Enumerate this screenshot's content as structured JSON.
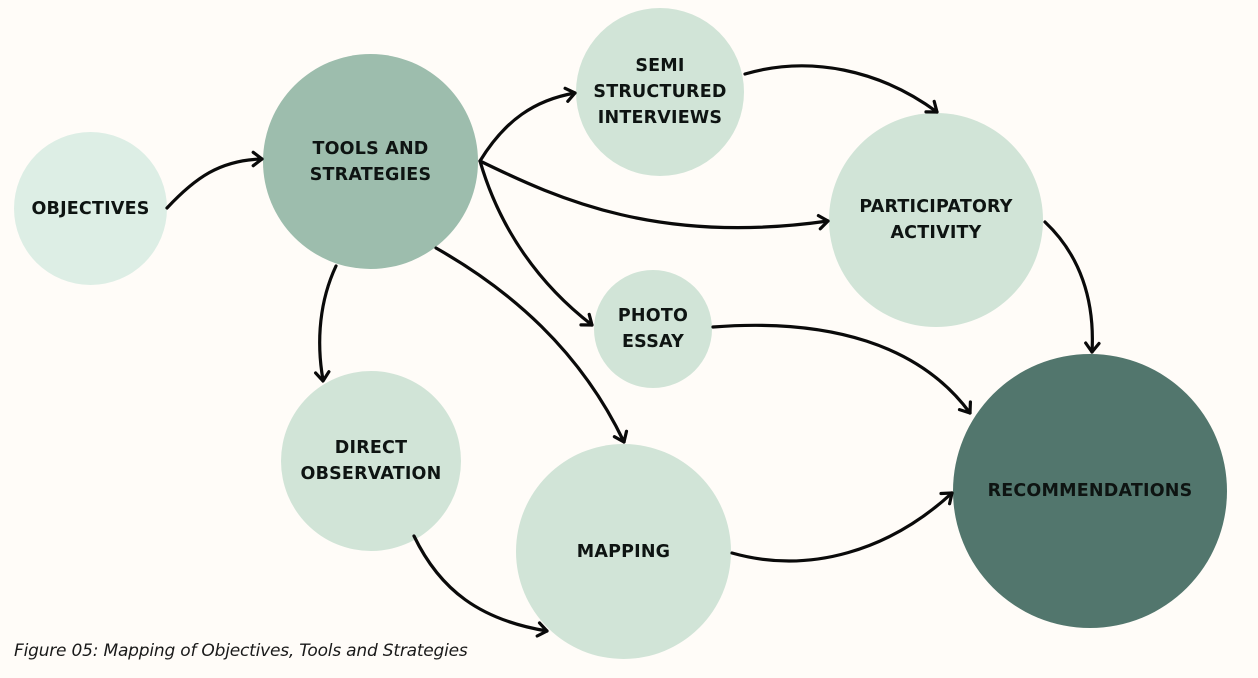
{
  "diagram": {
    "colors": {
      "background": "#fffcf8",
      "objectives": "#ddeee5",
      "tools": "#9dbdad",
      "light_node": "#d1e4d7",
      "recommendations": "#52766d",
      "arrow": "#0a0a0a",
      "text": "#0e1412"
    },
    "nodes": [
      {
        "id": "objectives",
        "label": "OBJECTIVES"
      },
      {
        "id": "tools",
        "label": "TOOLS AND\nSTRATEGIES"
      },
      {
        "id": "semi",
        "label": "SEMI\nSTRUCTURED\nINTERVIEWS"
      },
      {
        "id": "particip",
        "label": "PARTICIPATORY\nACTIVITY"
      },
      {
        "id": "photo",
        "label": "PHOTO\nESSAY"
      },
      {
        "id": "direct",
        "label": "DIRECT\nOBSERVATION"
      },
      {
        "id": "mapping",
        "label": "MAPPING"
      },
      {
        "id": "recs",
        "label": "RECOMMENDATIONS"
      }
    ],
    "edges": [
      {
        "from": "objectives",
        "to": "tools"
      },
      {
        "from": "tools",
        "to": "semi"
      },
      {
        "from": "tools",
        "to": "particip"
      },
      {
        "from": "tools",
        "to": "photo"
      },
      {
        "from": "tools",
        "to": "direct"
      },
      {
        "from": "tools",
        "to": "mapping"
      },
      {
        "from": "semi",
        "to": "particip"
      },
      {
        "from": "particip",
        "to": "recs"
      },
      {
        "from": "photo",
        "to": "recs"
      },
      {
        "from": "mapping",
        "to": "recs"
      },
      {
        "from": "direct",
        "to": "mapping"
      }
    ]
  },
  "caption": "Figure 05: Mapping of Objectives, Tools and Strategies"
}
